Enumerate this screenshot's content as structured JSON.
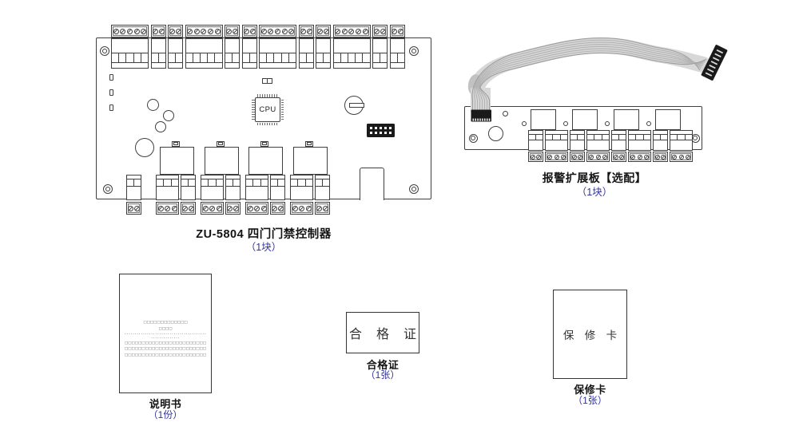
{
  "colors": {
    "line": "#3f3f3f",
    "accent_blue": "#32329e",
    "cable_gray": "#c9c9c9",
    "connector_black": "#1a1a1a"
  },
  "controller_board": {
    "name_label": "ZU-5804 四门门禁控制器",
    "count_label": "（1块）",
    "cpu_label": "CPU",
    "top_terminal_groups": [
      5,
      2,
      2,
      5,
      2,
      2,
      5,
      2,
      2,
      5,
      2,
      2
    ],
    "bottom_standalone_terminal": 2,
    "bottom_terminal_groups": [
      [
        3,
        2
      ],
      [
        3,
        2
      ],
      [
        3,
        2
      ],
      [
        3,
        2
      ]
    ],
    "relay_count": 4,
    "led_count": 3,
    "pin_header": {
      "rows": 2,
      "cols": 5
    }
  },
  "expansion_board": {
    "name_label": "报警扩展板【选配】",
    "count_label": "（1块）",
    "relay_count": 4,
    "terminal_groups": [
      [
        2,
        3
      ],
      [
        2,
        3
      ],
      [
        2,
        3
      ],
      [
        2,
        3
      ]
    ],
    "connector_pins": 8,
    "cable_strands": 8,
    "cable_connector_pins": 7
  },
  "manual": {
    "name_label": "说明书",
    "count_label": "（1份）",
    "page_lines": [
      {
        "style": "boxes",
        "count": 13
      },
      {
        "style": "boxes",
        "count": 4
      },
      {
        "style": "dots",
        "count": 40
      },
      {
        "style": "dots",
        "count": 14
      },
      {
        "style": "boxes",
        "count": 24
      },
      {
        "style": "boxes",
        "count": 24
      },
      {
        "style": "boxes",
        "count": 24
      }
    ]
  },
  "certificate": {
    "page_text": "合 格 证",
    "name_label": "合格证",
    "count_label": "（1张）"
  },
  "warranty": {
    "page_text": "保 修 卡",
    "name_label": "保修卡",
    "count_label": "（1张）"
  }
}
